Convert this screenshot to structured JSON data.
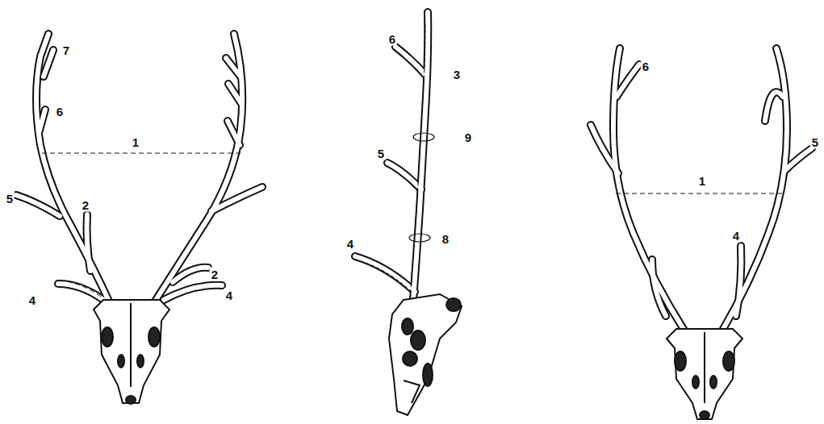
{
  "diagram": {
    "labels": [
      "7",
      "6",
      "1",
      "5",
      "2",
      "4",
      "2",
      "4",
      "6",
      "3",
      "9",
      "5",
      "8",
      "4",
      "6",
      "1",
      "5",
      "4"
    ]
  }
}
